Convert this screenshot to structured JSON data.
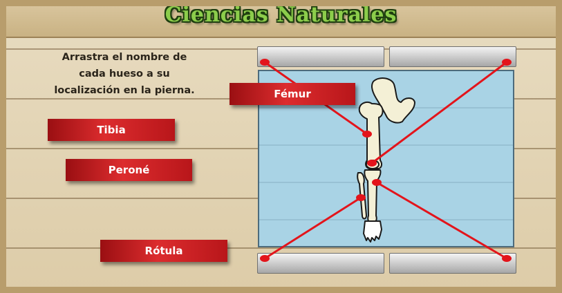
{
  "header": {
    "title": "Ciencias Naturales"
  },
  "instruction": {
    "line1": "Arrastra el nombre de",
    "line2": "cada hueso a su",
    "line3": "localización en la pierna."
  },
  "labels": {
    "femur": "Fémur",
    "tibia": "Tibia",
    "perone": "Peroné",
    "rotula": "Rótula"
  },
  "colors": {
    "title_green": "#8ccd4b",
    "label_red": "#c41e22",
    "line_red": "#e3141b",
    "panel_blue": "#a9d3e5",
    "bone": "#f4f0d6"
  },
  "icons": {
    "diagram": "leg-bones-illustration"
  }
}
